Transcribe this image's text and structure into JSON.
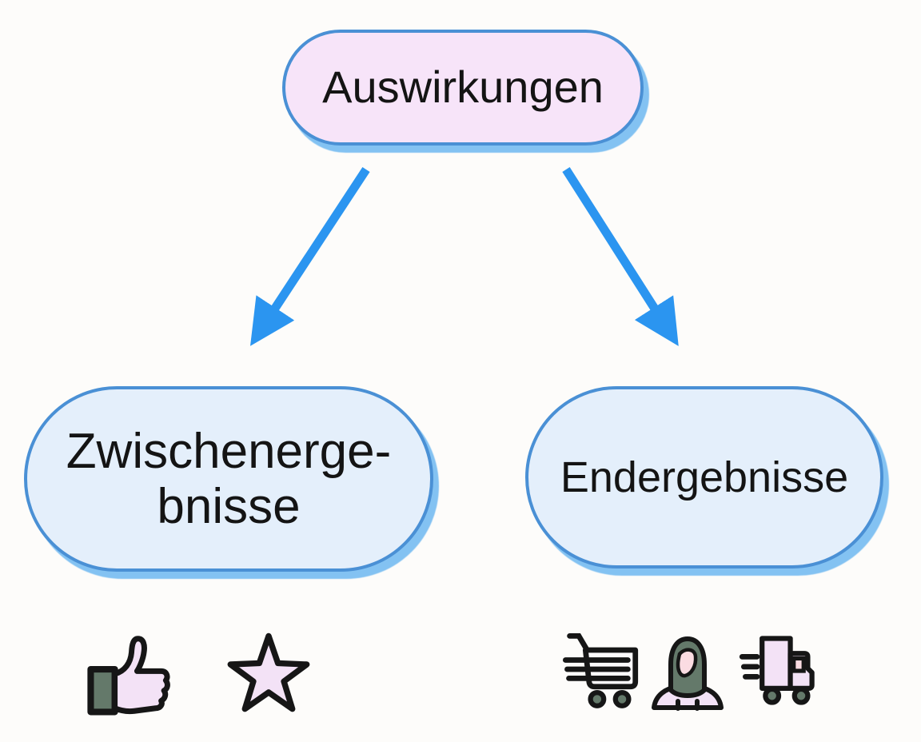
{
  "nodes": {
    "root": {
      "label": "Auswirkungen"
    },
    "left": {
      "lines": [
        "Zwischenerge-",
        "bnisse"
      ]
    },
    "right": {
      "label": "Endergebnisse"
    }
  },
  "edges": [
    {
      "from": "root",
      "to": "left"
    },
    {
      "from": "root",
      "to": "right"
    }
  ],
  "icons": {
    "left_group": [
      {
        "name": "thumbs-up-icon"
      },
      {
        "name": "star-icon"
      }
    ],
    "right_group": [
      {
        "name": "shopping-cart-icon"
      },
      {
        "name": "person-icon"
      },
      {
        "name": "delivery-truck-icon"
      }
    ]
  },
  "colors": {
    "background": "#fdfcfa",
    "root_fill": "#f7e4f9",
    "child_fill": "#e4effb",
    "node_border": "#4a90d5",
    "node_shadow": "#83c2f2",
    "arrow": "#2b95f0",
    "text": "#141414",
    "icon_outline": "#161616",
    "icon_pink": "#f3e2f6",
    "icon_face_pink": "#fbdce2",
    "icon_green": "#64796a"
  }
}
